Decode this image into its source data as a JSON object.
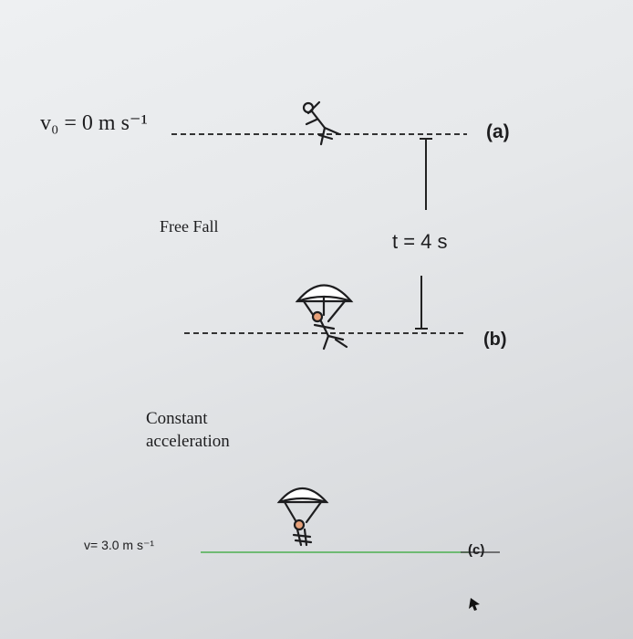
{
  "labels": {
    "initial_velocity": "v₀ = 0 m s⁻¹",
    "position_a": "(a)",
    "free_fall": "Free Fall",
    "time": "t = 4 s",
    "position_b": "(b)",
    "constant": "Constant",
    "acceleration": "acceleration",
    "final_velocity": "v= 3.0 m s⁻¹",
    "position_c": "(c)"
  },
  "colors": {
    "ink": "#1d1d1f",
    "line_c": "#4caf50",
    "head_fill": "#e8a17a"
  },
  "icons": [
    "skydiver-icon",
    "parachutist-icon",
    "parachutist-landing-icon",
    "mouse-cursor-icon"
  ]
}
